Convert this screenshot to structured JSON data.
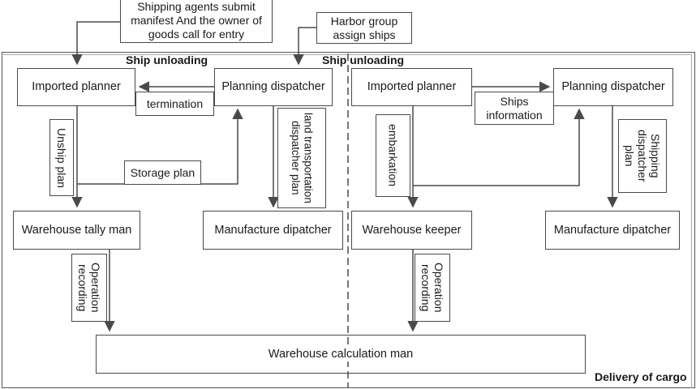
{
  "diagram": {
    "sections": {
      "left_title": "Ship unloading",
      "right_title": "Ship unloading",
      "bottom_title": "Delivery of cargo"
    },
    "external_inputs": {
      "shipping_agents": "Shipping agents submit manifest And the owner of goods call for entry",
      "harbor_group": "Harbor group assign ships"
    },
    "left": {
      "imported_planner": "Imported planner",
      "planning_dispatcher": "Planning dispatcher",
      "warehouse_tally_man": "Warehouse tally man",
      "manufacture_dispatcher": "Manufacture dipatcher",
      "edge_termination": "termination",
      "edge_unship_plan": "Unship plan",
      "edge_storage_plan": "Storage plan",
      "edge_land_transport": "land transportation dispatcher plan",
      "edge_operation_recording": "Operation recording"
    },
    "right": {
      "imported_planner": "Imported planner",
      "planning_dispatcher": "Planning dispatcher",
      "warehouse_keeper": "Warehouse keeper",
      "manufacture_dispatcher": "Manufacture dipatcher",
      "edge_ships_information": "Ships information",
      "edge_embarkation": "embarkation",
      "edge_shipping_dispatcher_plan": "Shipping dispatcher plan",
      "edge_operation_recording": "Operation recording"
    },
    "shared": {
      "warehouse_calculation_man": "Warehouse calculation man"
    },
    "colors": {
      "line": "#4a4a4a",
      "text": "#1a1a1a",
      "background": "#ffffff"
    }
  }
}
